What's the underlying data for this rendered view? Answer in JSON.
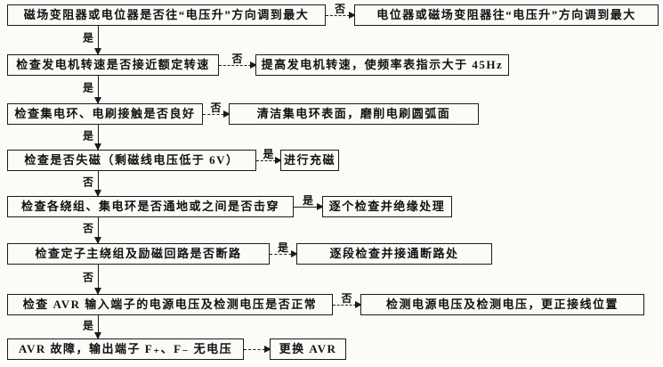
{
  "colors": {
    "line": "#1b1b1b",
    "background": "#fbfbf8"
  },
  "flowchart": {
    "description": "generator voltage fault troubleshooting flowchart",
    "rows": [
      {
        "check": "磁场变阻器或电位器是否往“电压升”方向调到最大",
        "branch_label": "否",
        "action": "电位器或磁场变阻器往“电压升”方向调到最大",
        "down_label": "是"
      },
      {
        "check": "检查发电机转速是否接近额定转速",
        "branch_label": "否",
        "action": "提高发电机转速，使频率表指示大于 45Hz",
        "down_label": "是"
      },
      {
        "check": "检查集电环、电刷接触是否良好",
        "branch_label": "否",
        "action": "清洁集电环表面，磨削电刷圆弧面",
        "down_label": "是"
      },
      {
        "check": "检查是否失磁（剩磁线电压低于 6V）",
        "branch_label": "是",
        "action": "进行充磁",
        "down_label": "否"
      },
      {
        "check": "检查各绕组、集电环是否通地或之间是否击穿",
        "branch_label": "是",
        "action": "逐个检查并绝缘处理",
        "down_label": "否"
      },
      {
        "check": "检查定子主绕组及励磁回路是否断路",
        "branch_label": "是",
        "action": "逐段检查并接通断路处",
        "down_label": "否"
      },
      {
        "check": "检查 AVR 输入端子的电源电压及检测电压是否正常",
        "branch_label": "否",
        "action": "检测电源电压及检测电压，更正接线位置",
        "down_label": "是"
      },
      {
        "check": "AVR 故障，输出端子 F₊、F₋ 无电压",
        "branch_label": "",
        "action": "更换 AVR"
      }
    ]
  }
}
